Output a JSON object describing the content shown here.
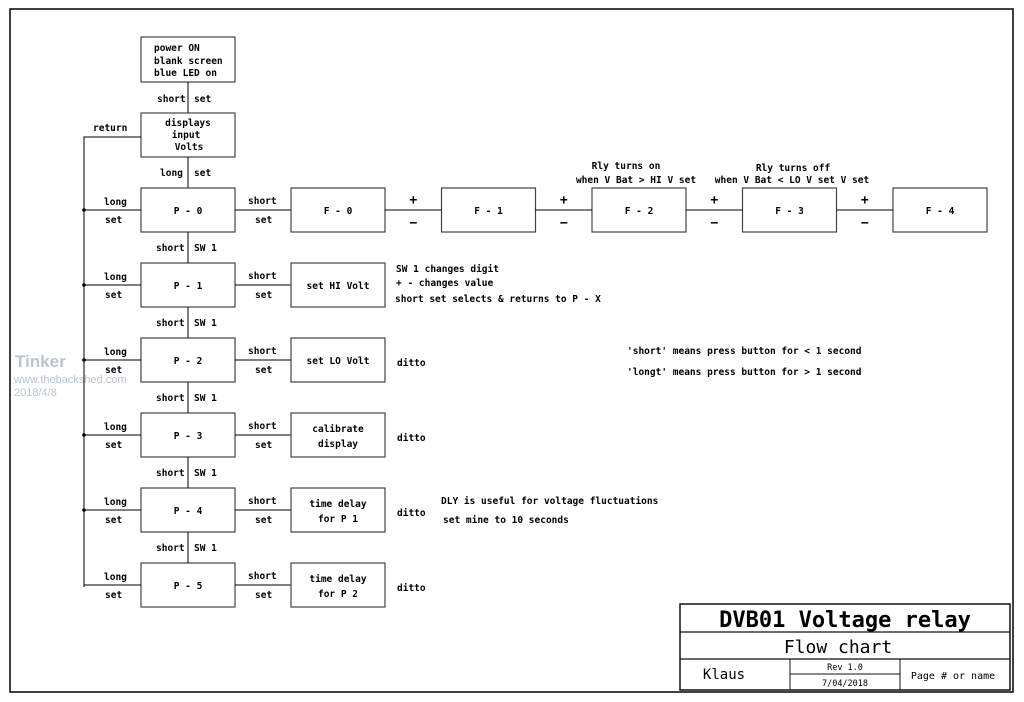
{
  "watermark": {
    "name": "Tinker",
    "site": "www.thebackshed.com",
    "date": "2018/4/8"
  },
  "start_box": {
    "lines": [
      "power ON",
      "blank screen",
      "blue LED on"
    ]
  },
  "start_link": {
    "left": "short",
    "right": "set"
  },
  "display_box": {
    "lines": [
      "displays",
      "input",
      "Volts"
    ]
  },
  "display_link": {
    "left": "long",
    "right": "set"
  },
  "return_label": "return",
  "p_boxes": [
    {
      "label": "P - 0",
      "left_top": "long",
      "left_bottom": "set",
      "right_top": "short",
      "right_bottom": "set"
    },
    {
      "label": "P - 1",
      "left_top": "long",
      "left_bottom": "set",
      "right_top": "short",
      "right_bottom": "set"
    },
    {
      "label": "P - 2",
      "left_top": "long",
      "left_bottom": "set",
      "right_top": "short",
      "right_bottom": "set"
    },
    {
      "label": "P - 3",
      "left_top": "long",
      "left_bottom": "set",
      "right_top": "short",
      "right_bottom": "set"
    },
    {
      "label": "P - 4",
      "left_top": "long",
      "left_bottom": "set",
      "right_top": "short",
      "right_bottom": "set"
    },
    {
      "label": "P - 5",
      "left_top": "long",
      "left_bottom": "set",
      "right_top": "short",
      "right_bottom": "set"
    }
  ],
  "p_links": [
    {
      "left": "short",
      "right": "SW 1"
    },
    {
      "left": "short",
      "right": "SW 1"
    },
    {
      "left": "short",
      "right": "SW 1"
    },
    {
      "left": "short",
      "right": "SW 1"
    },
    {
      "left": "short",
      "right": "SW 1"
    }
  ],
  "f_boxes": [
    {
      "label": "F - 0"
    },
    {
      "label": "F - 1"
    },
    {
      "label": "F - 2"
    },
    {
      "label": "F - 3"
    },
    {
      "label": "F - 4"
    }
  ],
  "f_links": [
    {
      "top": "+",
      "bottom": "−"
    },
    {
      "top": "+",
      "bottom": "−"
    },
    {
      "top": "+",
      "bottom": "−"
    },
    {
      "top": "+",
      "bottom": "−"
    }
  ],
  "f2_note": [
    "Rly turns on",
    "when V Bat > HI V set"
  ],
  "f3_note": [
    "Rly turns off",
    "when V Bat < LO V set V set"
  ],
  "sub_boxes": [
    {
      "lines": [
        "set HI Volt"
      ],
      "note": ""
    },
    {
      "lines": [
        "set LO Volt"
      ],
      "note": "ditto"
    },
    {
      "lines": [
        "calibrate",
        "display"
      ],
      "note": "ditto"
    },
    {
      "lines": [
        "time delay",
        "for P 1"
      ],
      "note": "ditto"
    },
    {
      "lines": [
        "time delay",
        "for P 2"
      ],
      "note": "ditto"
    }
  ],
  "p1_notes": [
    "SW 1 changes digit",
    "+ - changes value",
    "short set selects & returns to P - X"
  ],
  "legend_notes": [
    "'short' means press button for < 1 second",
    "'longt' means press button for > 1 second"
  ],
  "p4_notes": [
    "DLY is useful for voltage fluctuations",
    "set mine to 10 seconds"
  ],
  "title_block": {
    "title": "DVB01 Voltage relay",
    "subtitle": "Flow chart",
    "author": "Klaus",
    "rev": "Rev 1.0",
    "date": "7/04/2018",
    "page": "Page # or name"
  }
}
